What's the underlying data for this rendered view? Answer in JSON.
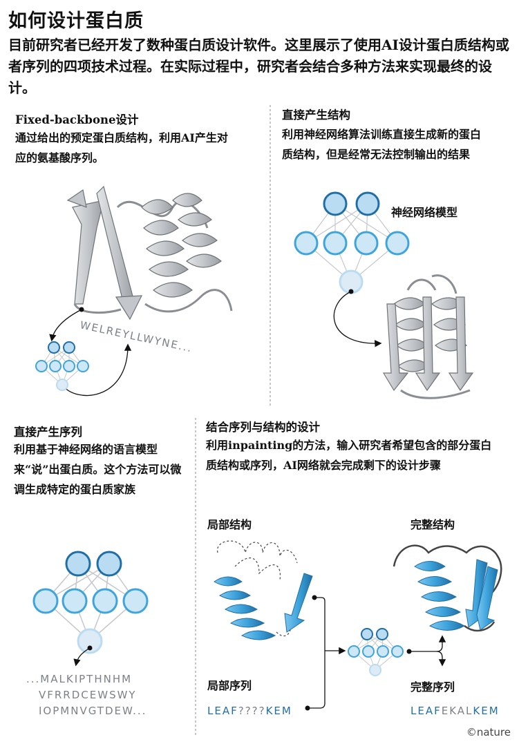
{
  "title": "如何设计蛋白质",
  "intro": "目前研究者已经开发了数种蛋白质设计软件。这里展示了使用AI设计蛋白质结构或者序列的四项技术过程。在实际过程中，研究者会结合多种方法来实现最终的设计。",
  "panels": {
    "fixed_backbone": {
      "heading": "Fixed-backbone设计",
      "description": "通过给出的预定蛋白质结构，利用AI产生对应的氨基酸序列。",
      "sequence": "WELREYLLWYNE..."
    },
    "direct_structure": {
      "heading": "直接产生结构",
      "description": "利用神经网络算法训练直接生成新的蛋白质结构，但是经常无法控制输出的结果",
      "model_label": "神经网络模型"
    },
    "direct_sequence": {
      "heading": "直接产生序列",
      "description": "利用基于神经网络的语言模型来“说”出蛋白质。这个方法可以微调生成特定的蛋白质家族",
      "sequence_lines": [
        "...MALKIPTHNHM",
        "VFRRDCEWSWY",
        "IOPMNVGTDEW..."
      ]
    },
    "combined": {
      "heading": "结合序列与结构的设计",
      "description": "利用inpainting的方法，输入研究者希望包含的部分蛋白质结构或序列，AI网络就会完成剩下的设计步骤",
      "partial_structure_label": "局部结构",
      "complete_structure_label": "完整结构",
      "partial_sequence_label": "局部序列",
      "complete_sequence_label": "完整序列",
      "partial_sequence": {
        "known_start": "LEAF",
        "unknown": "????",
        "known_end": "KEM"
      },
      "complete_sequence": {
        "known_start": "LEAF",
        "generated": "EKAL",
        "known_end": "KEM"
      }
    }
  },
  "credit": "©nature",
  "colors": {
    "blue_dark": "#1f6fa6",
    "blue_mid": "#3ea4dc",
    "blue_light": "#b9dcf2",
    "grey": "#c4c7cb",
    "grey_dark": "#6d7276",
    "seq_grey": "#7c8186"
  }
}
